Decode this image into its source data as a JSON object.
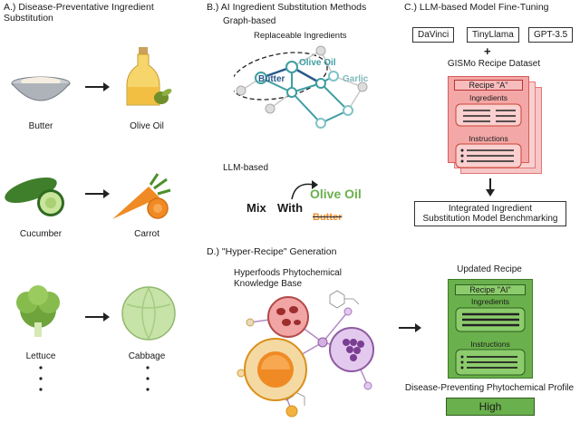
{
  "panel_a": {
    "title_line1": "A.) Disease-Preventative Ingredient",
    "title_line2": "Substitution",
    "pairs": [
      {
        "from": "Butter",
        "to": "Olive Oil"
      },
      {
        "from": "Cucumber",
        "to": "Carrot"
      },
      {
        "from": "Lettuce",
        "to": "Cabbage"
      }
    ]
  },
  "panel_b": {
    "title": "B.) AI Ingredient Substitution Methods",
    "graph_label": "Graph-based",
    "replaceable_label": "Replaceable Ingredients",
    "node_butter": "Butter",
    "node_olive_oil": "Olive Oil",
    "node_garlic": "Garlic",
    "llm_label": "LLM-based",
    "word_mix": "Mix",
    "word_with": "With",
    "word_olive_oil": "Olive Oil",
    "word_butter": "Butter"
  },
  "panel_c": {
    "title": "C.) LLM-based Model Fine-Tuning",
    "models": [
      "DaVinci",
      "TinyLlama",
      "GPT-3.5"
    ],
    "plus": "+",
    "dataset": "GISMo Recipe Dataset",
    "recipe_title": "Recipe \"A\"",
    "ingredients": "Ingredients",
    "instructions": "Instructions",
    "benchmark_line1": "Integrated Ingredient",
    "benchmark_line2": "Substitution Model Benchmarking"
  },
  "panel_d": {
    "title": "D.) \"Hyper-Recipe\" Generation",
    "kb_line1": "Hyperfoods Phytochemical",
    "kb_line2": "Knowledge Base",
    "updated": "Updated Recipe",
    "recipe_title": "Recipe \"AI\"",
    "ingredients": "Ingredients",
    "instructions": "Instructions",
    "profile": "Disease-Preventing Phytochemical Profile",
    "high": "High"
  },
  "colors": {
    "teal": "#3f9ea3",
    "green": "#6ab04c",
    "orange": "#f08a24",
    "pink": "#f4a7a7",
    "red": "#e05252",
    "purple": "#8e5aa0"
  }
}
